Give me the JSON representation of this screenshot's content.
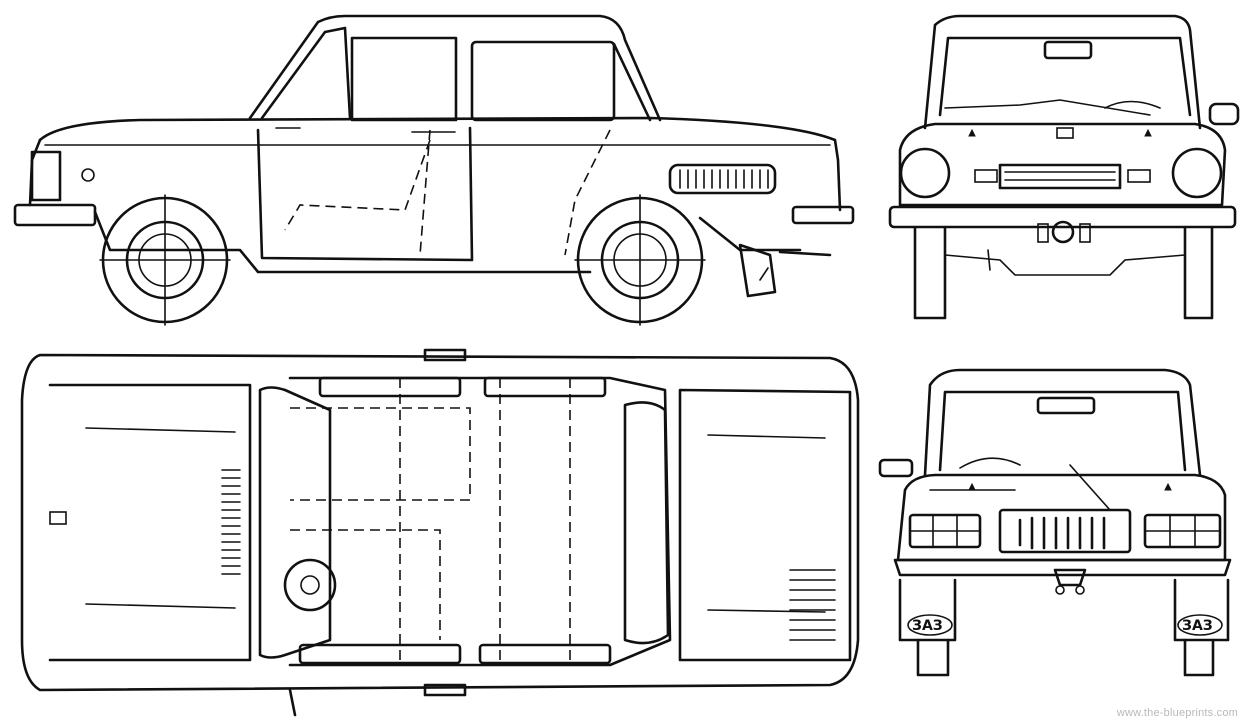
{
  "plates": {
    "left": "ЗАЗ",
    "right": "ЗАЗ"
  },
  "watermark": "www.the-blueprints.com"
}
